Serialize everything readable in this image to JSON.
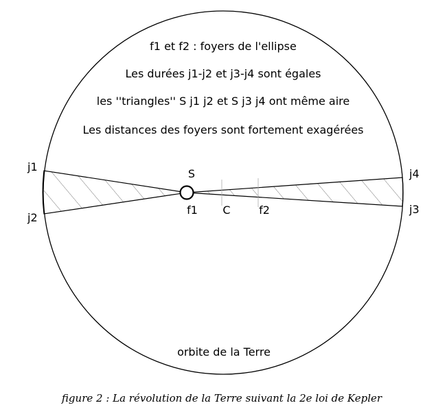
{
  "notes": {
    "foyers": "f1 et f2 : foyers de l'ellipse",
    "durees": "Les durées j1-j2 et j3-j4 sont égales",
    "triangles": "les ''triangles'' S j1 j2 et S j3 j4 ont même aire",
    "distances": "Les distances des foyers sont fortement exagérées"
  },
  "points": {
    "j1": "j1",
    "j2": "j2",
    "j3": "j3",
    "j4": "j4",
    "s": "S",
    "f1": "f1",
    "c": "C",
    "f2": "f2"
  },
  "orbit_label": "orbite de la Terre",
  "caption": "figure 2 : La révolution de la Terre suivant la 2e loi de Kepler"
}
